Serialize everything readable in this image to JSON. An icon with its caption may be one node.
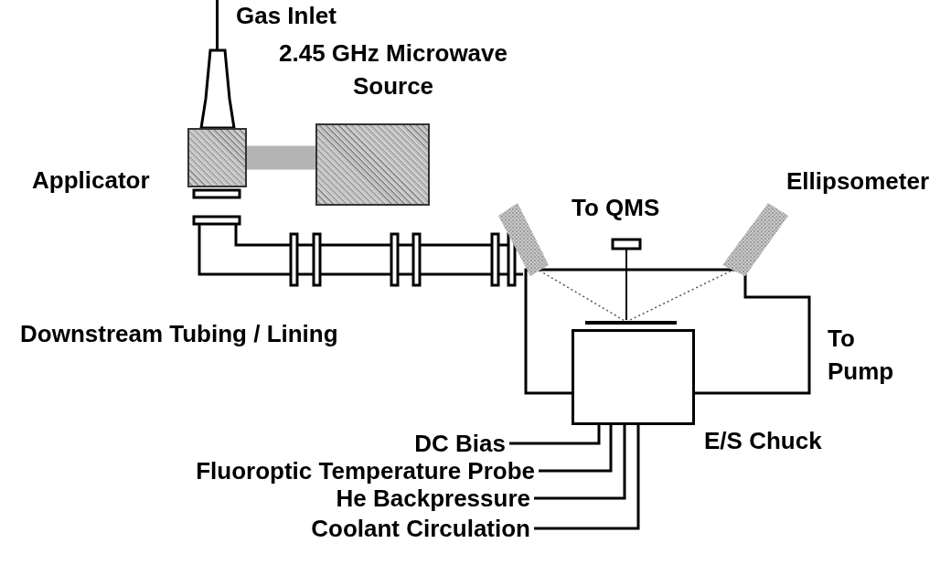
{
  "diagram": {
    "nodes": [
      {
        "text": [
          "Applicator"
        ]
      },
      {
        "text": [
          "2.45 GHz Microwave Source"
        ]
      },
      {
        "text": [
          "E/S Chuck"
        ]
      },
      {
        "text": [
          "DC Bias"
        ]
      },
      {
        "text": [
          "Fluoroptic Temperature Probe"
        ]
      },
      {
        "text": [
          "He Backpressure"
        ]
      },
      {
        "text": [
          "Coolant Circulation"
        ]
      }
    ],
    "edges": [
      {
        "from": null,
        "to": 0,
        "arrow": "none",
        "label": "Gas Inlet"
      },
      {
        "from": 0,
        "to": 1,
        "arrow": "none",
        "style": "thick",
        "color": "#b4b4b4"
      },
      {
        "from": 3,
        "to": 2,
        "arrow": "none"
      },
      {
        "from": 4,
        "to": 2,
        "arrow": "none"
      },
      {
        "from": 5,
        "to": 2,
        "arrow": "none"
      },
      {
        "from": 6,
        "to": 2,
        "arrow": "none"
      }
    ],
    "labels": [
      "To QMS",
      "Ellipsometer",
      "Downstream Tubing / Lining",
      "To Pump"
    ]
  }
}
